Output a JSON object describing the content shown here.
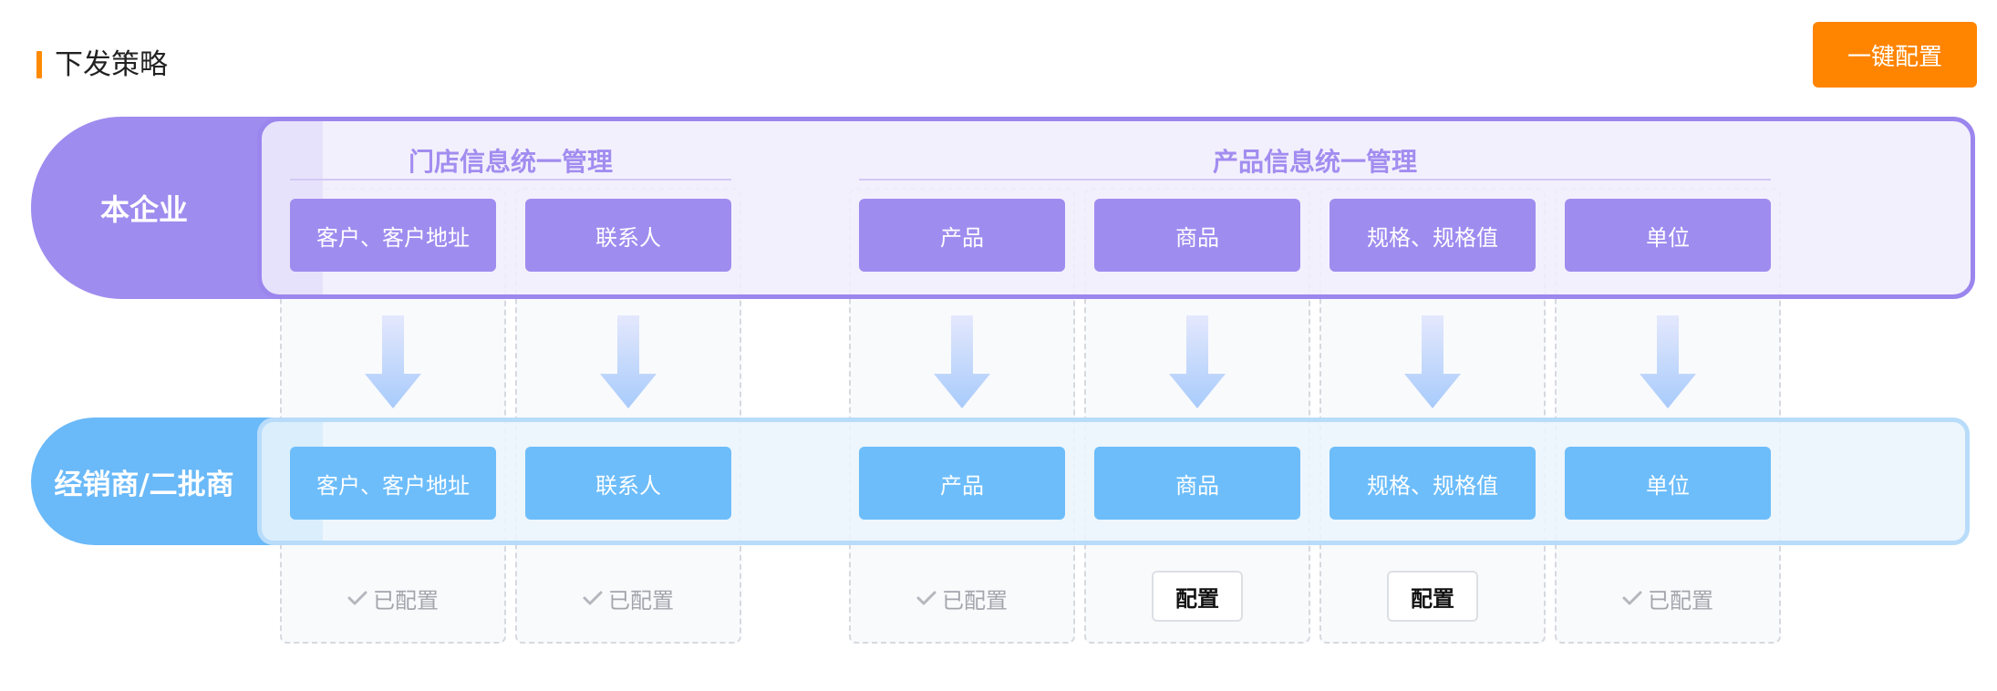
{
  "header": {
    "title": "下发策略",
    "one_key_label": "一键配置"
  },
  "colors": {
    "accent": "#ff8400",
    "enterprise": "#9f8cef",
    "dealer": "#6dbdfb",
    "arrow": "#c6d6fb"
  },
  "enterprise": {
    "label": "本企业",
    "groups": [
      {
        "title": "门店信息统一管理"
      },
      {
        "title": "产品信息统一管理"
      }
    ]
  },
  "dealer": {
    "label": "经销商/二批商"
  },
  "items": [
    {
      "name": "客户、客户地址",
      "status": "已配置"
    },
    {
      "name": "联系人",
      "status": "已配置"
    },
    {
      "name": "产品",
      "status": "已配置"
    },
    {
      "name": "商品",
      "status": "配置"
    },
    {
      "name": "规格、规格值",
      "status": "配置"
    },
    {
      "name": "单位",
      "status": "已配置"
    }
  ]
}
